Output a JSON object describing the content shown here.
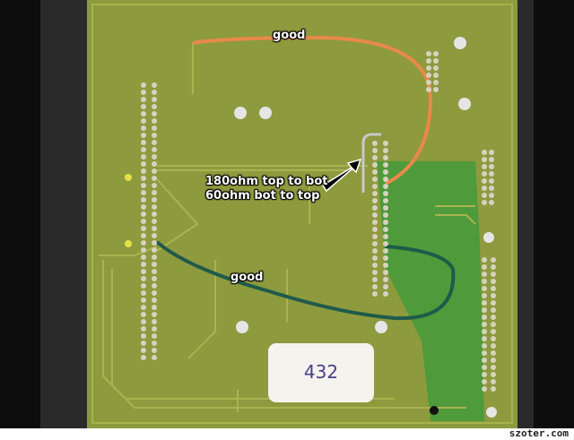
{
  "annotations": {
    "top_wire": "good",
    "resistance_line1": "180ohm top to bot",
    "resistance_line2": "60ohm bot to top",
    "bottom_wire": "good"
  },
  "board_label": "432",
  "watermark": "szoter.com",
  "colors": {
    "board": "#8d9a3e",
    "copper": "#4f9a3a",
    "orange_wire": "#e8894a",
    "green_wire": "#1f5a4a"
  }
}
